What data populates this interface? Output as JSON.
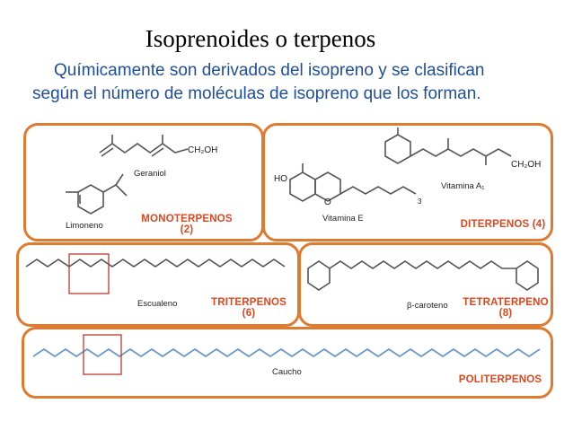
{
  "title": "Isoprenoides o terpenos",
  "subtitle": {
    "line1": "Químicamente son derivados del isopreno y se clasifican",
    "line2": "según el número de moléculas de isopreno que los forman."
  },
  "panels": {
    "mono": {
      "label_line1": "MONOTERPENOS",
      "label_line2": "(2)",
      "molecules": [
        "Geraniol",
        "Limoneno"
      ],
      "group": "CH₂OH"
    },
    "di": {
      "label": "DITERPENOS (4)",
      "molecules": [
        "Vitamina A₁",
        "Vitamina E"
      ],
      "group": "CH₂OH",
      "ho": "HO",
      "o": "O",
      "subscript": "3"
    },
    "tri": {
      "label_line1": "TRITERPENOS",
      "label_line2": "(6)",
      "molecule": "Escualeno"
    },
    "tetra": {
      "label_line1": "TETRATERPENO",
      "label_line2": "(8)",
      "molecule": "β-caroteno"
    },
    "poli": {
      "label": "POLITERPENOS",
      "molecule": "Caucho"
    }
  }
}
